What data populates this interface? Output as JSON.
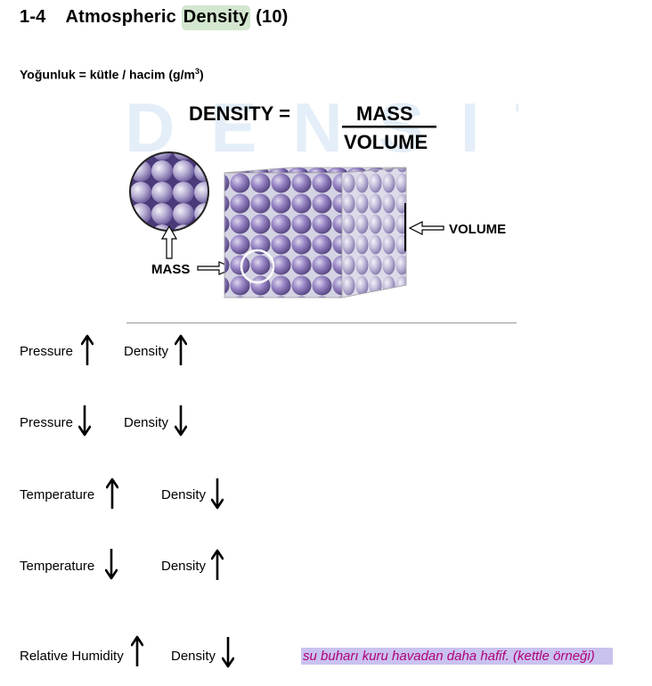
{
  "heading": {
    "number": "1-4",
    "title_before": "Atmospheric ",
    "title_highlight": "Density",
    "title_after": " (10)"
  },
  "formula": {
    "text": "Yoğunluk = kütle / hacim  (g/m",
    "superscript": "3",
    "close": ")"
  },
  "figure": {
    "watermark": "DENSITY",
    "equation_left": "DENSITY =",
    "numerator": "MASS",
    "denominator": "VOLUME",
    "mass_label": "MASS",
    "volume_label": "VOLUME",
    "sphere_color": "#6f54a8",
    "sphere_light": "#cfc8e6"
  },
  "rows": [
    {
      "left_label": "Pressure",
      "left_arrow": "up",
      "right_label": "Density",
      "right_arrow": "up"
    },
    {
      "left_label": "Pressure",
      "left_arrow": "down",
      "right_label": "Density",
      "right_arrow": "down"
    },
    {
      "left_label": "Temperature",
      "left_arrow": "up",
      "right_label": "Density",
      "right_arrow": "down"
    },
    {
      "left_label": "Temperature",
      "left_arrow": "down",
      "right_label": "Density",
      "right_arrow": "up"
    },
    {
      "left_label": "Relative Humidity",
      "left_arrow": "up",
      "right_label": "Density",
      "right_arrow": "down"
    }
  ],
  "note": {
    "text": "su buharı kuru havadan daha hafif. (kettle örneği)",
    "text_color": "#b0007a",
    "highlight_color": "#c9c2ef"
  }
}
